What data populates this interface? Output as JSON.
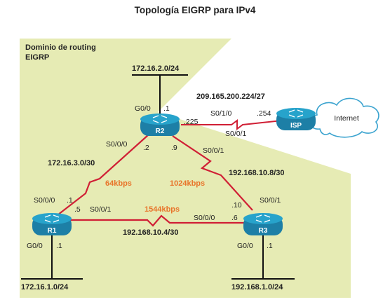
{
  "title": "Topología EIGRP para IPv4",
  "domain": {
    "line1": "Dominio de routing",
    "line2": "EIGRP"
  },
  "routers": {
    "r1": "R1",
    "r2": "R2",
    "r3": "R3",
    "isp": "ISP"
  },
  "cloud": "Internet",
  "networks": {
    "lan_r2": "172.16.2.0/24",
    "isp_link": "209.165.200.224/27",
    "r1_r2": "172.16.3.0/30",
    "r2_r3": "192.168.10.8/30",
    "r1_r3": "192.168.10.4/30",
    "lan_r1": "172.16.1.0/24",
    "lan_r3": "192.168.1.0/24"
  },
  "speeds": {
    "r1_r2": "64kbps",
    "r2_r3": "1024kbps",
    "r1_r3": "1544kbps"
  },
  "labels": {
    "r2_g00": "G0/0",
    "r2_g00_ip": ".1",
    "r2_s010": "S0/1/0",
    "r2_s010_ip": ".225",
    "isp_s001": "S0/0/1",
    "isp_ip": ".254",
    "r2_s000": "S0/0/0",
    "r2_s000_ip": ".2",
    "r2_s001": "S0/0/1",
    "r2_s001_ip": ".9",
    "r1_s000": "S0/0/0",
    "r1_s000_ip": ".1",
    "r1_s001": "S0/0/1",
    "r1_s001_ip": ".5",
    "r1_g00": "G0/0",
    "r1_g00_ip": ".1",
    "r3_s001": "S0/0/1",
    "r3_s001_ip": ".10",
    "r3_s000": "S0/0/0",
    "r3_s000_ip": ".6",
    "r3_g00": "G0/0",
    "r3_g00_ip": ".1"
  },
  "colors": {
    "domain_fill": "#e6ebb4",
    "serial_link": "#d01f35",
    "router_body": "#1d7fa6",
    "router_top": "#27a3cb",
    "speed_text": "#e8742a",
    "cloud_stroke": "#3aa3cf"
  }
}
